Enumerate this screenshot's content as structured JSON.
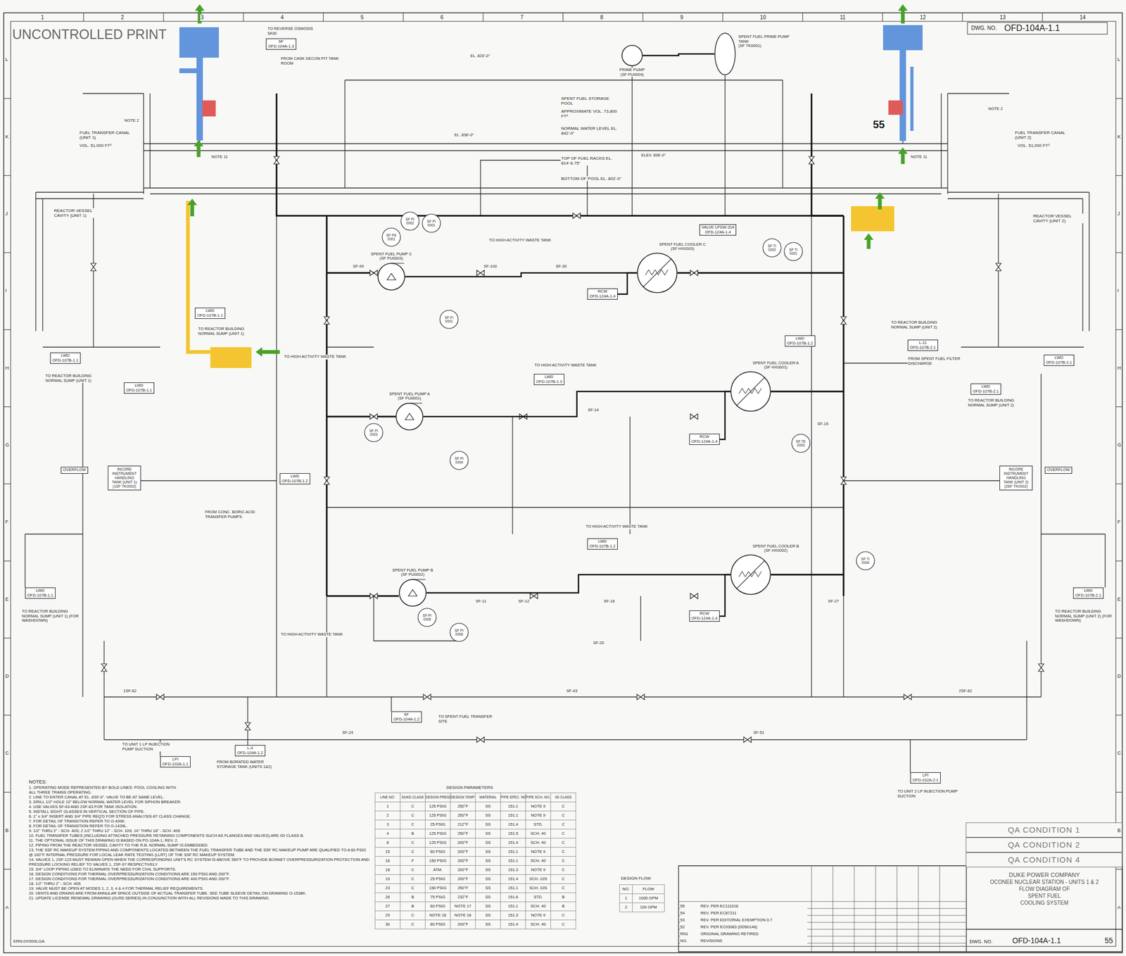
{
  "diagram": {
    "nodes": [
      {
        "text": [
          "SPENT FUEL PUMP C",
          "(SF PU0003)"
        ]
      },
      {
        "text": [
          "SPENT FUEL PUMP A",
          "(SF PU0001)"
        ]
      },
      {
        "text": [
          "SPENT FUEL PUMP B",
          "(SF PU0002)"
        ]
      },
      {
        "text": [
          "SPENT FUEL COOLER C",
          "(SF HX0003)"
        ]
      },
      {
        "text": [
          "SPENT FUEL COOLER A",
          "(SF HX0001)"
        ]
      },
      {
        "text": [
          "SPENT FUEL COOLER B",
          "(SF HX0002)"
        ]
      },
      {
        "text": [
          "PRIME PUMP",
          "(SF PU0004)"
        ]
      },
      {
        "text": [
          "SPENT FUEL PRIME PUMP TANK",
          "(SF TK0001)"
        ]
      },
      {
        "text": [
          "INCORE INSTRUMENT HANDLING TANK (UNIT 1)",
          "(1SF TK0002)"
        ]
      },
      {
        "text": [
          "INCORE INSTRUMENT HANDLING TANK (UNIT 2)",
          "(2SF TK0002)"
        ]
      },
      {
        "text": [
          "OVERFLOW"
        ]
      },
      {
        "text": [
          "OVERFLOW"
        ]
      },
      {
        "text": [
          "LWD",
          "OFD-107B-1.1"
        ]
      },
      {
        "text": [
          "LWD",
          "OFD-107B-1.1"
        ]
      },
      {
        "text": [
          "LWD",
          "OFD-107B-1.1"
        ]
      },
      {
        "text": [
          "LWD",
          "OFD-107B-1.2"
        ]
      },
      {
        "text": [
          "L-11",
          "OFD-107B-2.1"
        ]
      },
      {
        "text": [
          "LWD",
          "OFD-107B-2.1"
        ]
      },
      {
        "text": [
          "LWD",
          "OFD-107B-2.1"
        ]
      },
      {
        "text": [
          "LWD",
          "OFD-107B-1.2"
        ]
      },
      {
        "text": [
          "LWD",
          "OFD-107B-1.1"
        ]
      },
      {
        "text": [
          "LWD",
          "OFD-107B-2.1"
        ]
      },
      {
        "text": [
          "SF",
          "OFD-104A-1.2"
        ]
      },
      {
        "text": [
          "LPI",
          "OFD-102A-1.1"
        ]
      },
      {
        "text": [
          "L-4",
          "OFD-104A-1.2"
        ]
      },
      {
        "text": [
          "LPI",
          "OFD-102A-2.1"
        ]
      },
      {
        "text": [
          "SF",
          "OFD-104A-1.3"
        ]
      },
      {
        "text": [
          "LWD",
          "OFD-107B-1.3"
        ]
      },
      {
        "text": [
          "LWD",
          "OFD-107B-1.2"
        ]
      },
      {
        "text": [
          "RCW",
          "OFD-124A-1.4"
        ]
      },
      {
        "text": [
          "RCW",
          "OFD-124A-1.4"
        ]
      },
      {
        "text": [
          "RCW",
          "OFD-124A-1.4"
        ]
      },
      {
        "text": [
          "VALVE LPSW-314",
          "OFD-124A-1.4"
        ]
      },
      {
        "text": [
          "SF PI 0001"
        ]
      },
      {
        "text": [
          "SF PI 0002"
        ]
      },
      {
        "text": [
          "SF PS 0001"
        ]
      },
      {
        "text": [
          "SF FI 0001"
        ]
      },
      {
        "text": [
          "SF PI 0003"
        ]
      },
      {
        "text": [
          "SF PI 0004"
        ]
      },
      {
        "text": [
          "SF PI 0005"
        ]
      },
      {
        "text": [
          "SF PI 0006"
        ]
      },
      {
        "text": [
          "SF TI 0001"
        ]
      },
      {
        "text": [
          "SF TI 0002"
        ]
      },
      {
        "text": [
          "SF TE 0003"
        ]
      },
      {
        "text": [
          "SF TI 0004"
        ]
      },
      {
        "text": [
          "QA CONDITION 1"
        ]
      },
      {
        "text": [
          "QA CONDITION 2"
        ]
      },
      {
        "text": [
          "QA CONDITION 4"
        ]
      }
    ],
    "edges": [
      {
        "from": 0,
        "to": 3,
        "arrow": "none"
      },
      {
        "from": 1,
        "to": 4,
        "arrow": "none"
      },
      {
        "from": 2,
        "to": 5,
        "arrow": "none"
      },
      {
        "from": 6,
        "to": 7,
        "arrow": "none"
      },
      {
        "from": 29,
        "to": 3,
        "arrow": "none"
      },
      {
        "from": 30,
        "to": 4,
        "arrow": "none"
      },
      {
        "from": 31,
        "to": 5,
        "arrow": "none"
      }
    ],
    "labels": [
      "UNCONTROLLED PRINT",
      "DWG. NO.",
      "OFD-104A-1.1",
      "55",
      "FUEL TRANSFER CANAL (UNIT 1)",
      "VOL. 51,000 FT³",
      "FUEL TRANSFER CANAL (UNIT 2)",
      "VOL. 51,000 FT³",
      "SPENT FUEL STORAGE POOL",
      "APPROXIMATE VOL. 73,800 FT³",
      "NORMAL WATER LEVEL EL. 842'-0\"",
      "TOP OF FUEL RACKS EL. 814'-6.75\"",
      "BOTTOM OF POOL EL. 802'-0\"",
      "REACTOR VESSEL CAVITY (UNIT 1)",
      "REACTOR VESSEL CAVITY (UNIT 2)",
      "TO REACTOR BUILDING NORMAL SUMP (UNIT 1)",
      "TO REACTOR BUILDING NORMAL SUMP (UNIT 2)",
      "FROM BORATED WATER STORAGE TANK (UNITS 1&2)",
      "TO UNIT 1 LP INJECTION PUMP SUCTION",
      "TO UNIT 2 LP INJECTION PUMP SUCTION",
      "TO SPENT FUEL TRANSFER SITE",
      "FROM CASK DECON PIT TANK ROOM",
      "TO REVERSE OSMOSIS SKID",
      "TO HIGH ACTIVITY WASTE TANK",
      "TO HIGH ACTIVITY WASTE TANK",
      "TO HIGH ACTIVITY WASTE TANK",
      "TO HIGH ACTIVITY WASTE TANK",
      "TO HIGH ACTIVITY WASTE TANK",
      "FROM CONC. BORIC ACID TRANSFER PUMPS",
      "FROM SPENT FUEL FILTER DISCHARGE",
      "TO REACTOR BUILDING NORMAL SUMP (UNIT 1) (FOR WASHDOWN)",
      "TO REACTOR BUILDING NORMAL SUMP (UNIT 2) (FOR WASHDOWN)",
      "TO REACTOR BUILDING NORMAL SUMP (UNIT 1)",
      "TO REACTOR BUILDING NORMAL SUMP (UNIT 2)",
      "EL. 836'-0\"",
      "EL. 820'-0\"",
      "ELEV. 836'-0\"",
      "NOTE 11",
      "NOTE 11",
      "NOTE 2",
      "NOTE 2",
      "ERN:0X000LGA",
      "1",
      "2",
      "3",
      "4",
      "5",
      "6",
      "7",
      "8",
      "9",
      "10",
      "11",
      "12",
      "13",
      "14",
      "L",
      "K",
      "J",
      "I",
      "H",
      "G",
      "F",
      "E",
      "D",
      "C",
      "B",
      "A",
      "L",
      "K",
      "J",
      "I",
      "H",
      "G",
      "F",
      "E",
      "D",
      "C",
      "B",
      "A",
      "NOTES:",
      "1. OPERATING MODE REPRESENTED BY BOLD LINES: POOL COOLING WITH",
      "ALL THREE TRAINS OPERATING.",
      "2. LINE TO ENTER CANAL AT EL. 839'-0\". VALVE TO BE AT SAME LEVEL.",
      "3. DRILL 1/2\" HOLE 10\" BELOW NORMAL WATER LEVEL FOR SIPHON BREAKER.",
      "4. USE VALVES SF-63 AND 2SF-63 FOR TANK ISOLATION.",
      "5. INSTALL SIGHT GLASSES IN VERTICAL SECTION OF PIPE.",
      "6. 1\" x 3/4\" INSERT AND 3/4\" PIPE REQ'D FOR STRESS ANALYSIS AT CLASS CHANGE.",
      "7. FOR DETAIL OF TRANSITION REFER TO O-439K.",
      "8. FOR DETAIL OF TRANSITION REFER TO O-1439L.",
      "9. 1/2\" THRU 2\" - SCH. 40S; 2 1/2\" THRU 12\" - SCH. 10S; 14\" THRU 18\" - SCH. 40S",
      "10. FUEL TRANSFER TUBES (INCLUDING ATTACHED PRESSURE RETAINING COMPONENTS SUCH AS FLANGES AND VALVES) ARE ISI CLASS B.",
      "11. THE OPTIONAL ISSUE OF THIS DRAWING IS BASED ON PO-104A-1, REV. 2.",
      "12. PIPING FROM THE REACTOR VESSEL CAVITY TO THE R.B. NORMAL SUMP IS EMBEDDED.",
      "13. THE SSF RC MAKEUP SYSTEM PIPING AND COMPONENTS LOCATED BETWEEN THE FUEL TRANSFER TUBE AND THE SSF RC MAKEUP PUMP ARE QUALIFIED TO A 60 PSIG @ 100°F INTERNAL PRESSURE FOR LOCAL LEAK RATE TESTING (LLRT) OF THE SSF RC MAKEUP SYSTEM.",
      "14. VALVES 1, 2SF-123 MUST REMAIN OPEN WHEN THE CORRESPONDING UNIT'S RC SYSTEM IS ABOVE 350°F TO PROVIDE BONNET OVERPRESSURIZATION PROTECTION AND PRESSURE LOCKING RELIEF TO VALVES 1, 2SF-97 RESPECTIVELY.",
      "15. 3/4\" LOOP PIPING USED TO ELIMINATE THE NEED FOR CIVIL SUPPORTS.",
      "16. DESIGN CONDITIONS FOR THERMAL OVERPRESSURIZATION CONDITIONS ARE 150 PSIG AND 200°F.",
      "17. DESIGN CONDITIONS FOR THERMAL OVERPRESSURIZATION CONDITIONS ARE 400 PSIG AND 200°F.",
      "18. 1/2\" THRU 2\" - SCH. 40S",
      "19. VALVE MUST BE OPEN AT MODES 1, 2, 3, 4 & 4 FOR THERMAL RELIEF REQUIREMENTS.",
      "20. VENTS AND DRAINS ARE FROM ANNULAR SPACE OUTSIDE OF ACTUAL TRANSFER TUBE. SEE TUBE SLEEVE DETAIL ON DRAWING O-1538K.",
      "21. UPDATE LICENSE RENEWAL DRAWING (OLRD SERIES) IN CONJUNCTION WITH ALL REVISIONS MADE TO THIS DRAWING.",
      "DESIGN PARAMETERS",
      "LINE NO.",
      "DUKE CLASS",
      "DESIGN PRESSURE",
      "DESIGN TEMP.",
      "MATERIAL",
      "PIPE SPEC. NO.",
      "PIPE SCH. NO.",
      "ISI CLASS",
      "1",
      "C",
      "125 PSIG",
      "250°F",
      "SS",
      "151.1",
      "NOTE 9",
      "C",
      "2",
      "C",
      "125 PSIG",
      "250°F",
      "SS",
      "151.1",
      "NOTE 9",
      "C",
      "3",
      "C",
      "25 PSIG",
      "212°F",
      "SS",
      "151.4",
      "STD.",
      "C",
      "4",
      "B",
      "125 PSIG",
      "250°F",
      "SS",
      "151.5",
      "SCH. 40",
      "C",
      "8",
      "C",
      "125 PSIG",
      "200°F",
      "SS",
      "151.4",
      "SCH. 40",
      "C",
      "15",
      "C",
      "60 PSIG",
      "200°F",
      "SS",
      "151.1",
      "NOTE 9",
      "C",
      "16",
      "F",
      "150 PSIG",
      "200°F",
      "SS",
      "151.1",
      "SCH. 40",
      "C",
      "18",
      "C",
      "ATM.",
      "200°F",
      "SS",
      "151.3",
      "NOTE 9",
      "C",
      "19",
      "C",
      "25 PSIG",
      "200°F",
      "SS",
      "151.4",
      "SCH. 10S",
      "C",
      "23",
      "C",
      "150 PSIG",
      "250°F",
      "SS",
      "151.1",
      "SCH. 10S",
      "C",
      "26",
      "B",
      "75 PSIG",
      "232°F",
      "SS",
      "151.6",
      "STD.",
      "B",
      "27",
      "B",
      "60 PSIG",
      "NOTE 17",
      "SS",
      "151.1",
      "SCH. 40",
      "B",
      "29",
      "C",
      "NOTE 16",
      "NOTE 16",
      "SS",
      "151.3",
      "NOTE 9",
      "C",
      "30",
      "C",
      "80 PSIG",
      "200°F",
      "SS",
      "151.4",
      "SCH. 40",
      "C",
      "DESIGN FLOW",
      "NO.",
      "FLOW",
      "1",
      "1000 GPM",
      "2",
      "100 GPM",
      "55",
      "REV. PER EC111016",
      "54",
      "REV. PER EC87211",
      "53",
      "REV. PER EDITORIAL EXEMPTION 0.7",
      "52",
      "REV. PER EC93083 (DD50148)",
      "RN1",
      "ORIGINAL DRAWING RETIRED",
      "NO.",
      "REVISIONS",
      "DUKE POWER COMPANY",
      "OCONEE NUCLEAR STATION - UNITS 1 & 2",
      "FLOW DIAGRAM OF",
      "SPENT FUEL",
      "COOLING SYSTEM",
      "DWG. NO.",
      "OFD-104A-1.1",
      "55",
      "SF-99",
      "SF-100",
      "SF-30",
      "SF-15",
      "SF-14",
      "SF-11",
      "SF-16",
      "SF-12",
      "SF-24",
      "SF-51",
      "1SF-62",
      "2SF-62",
      "SF-43",
      "SF-20",
      "SF-27"
    ]
  }
}
